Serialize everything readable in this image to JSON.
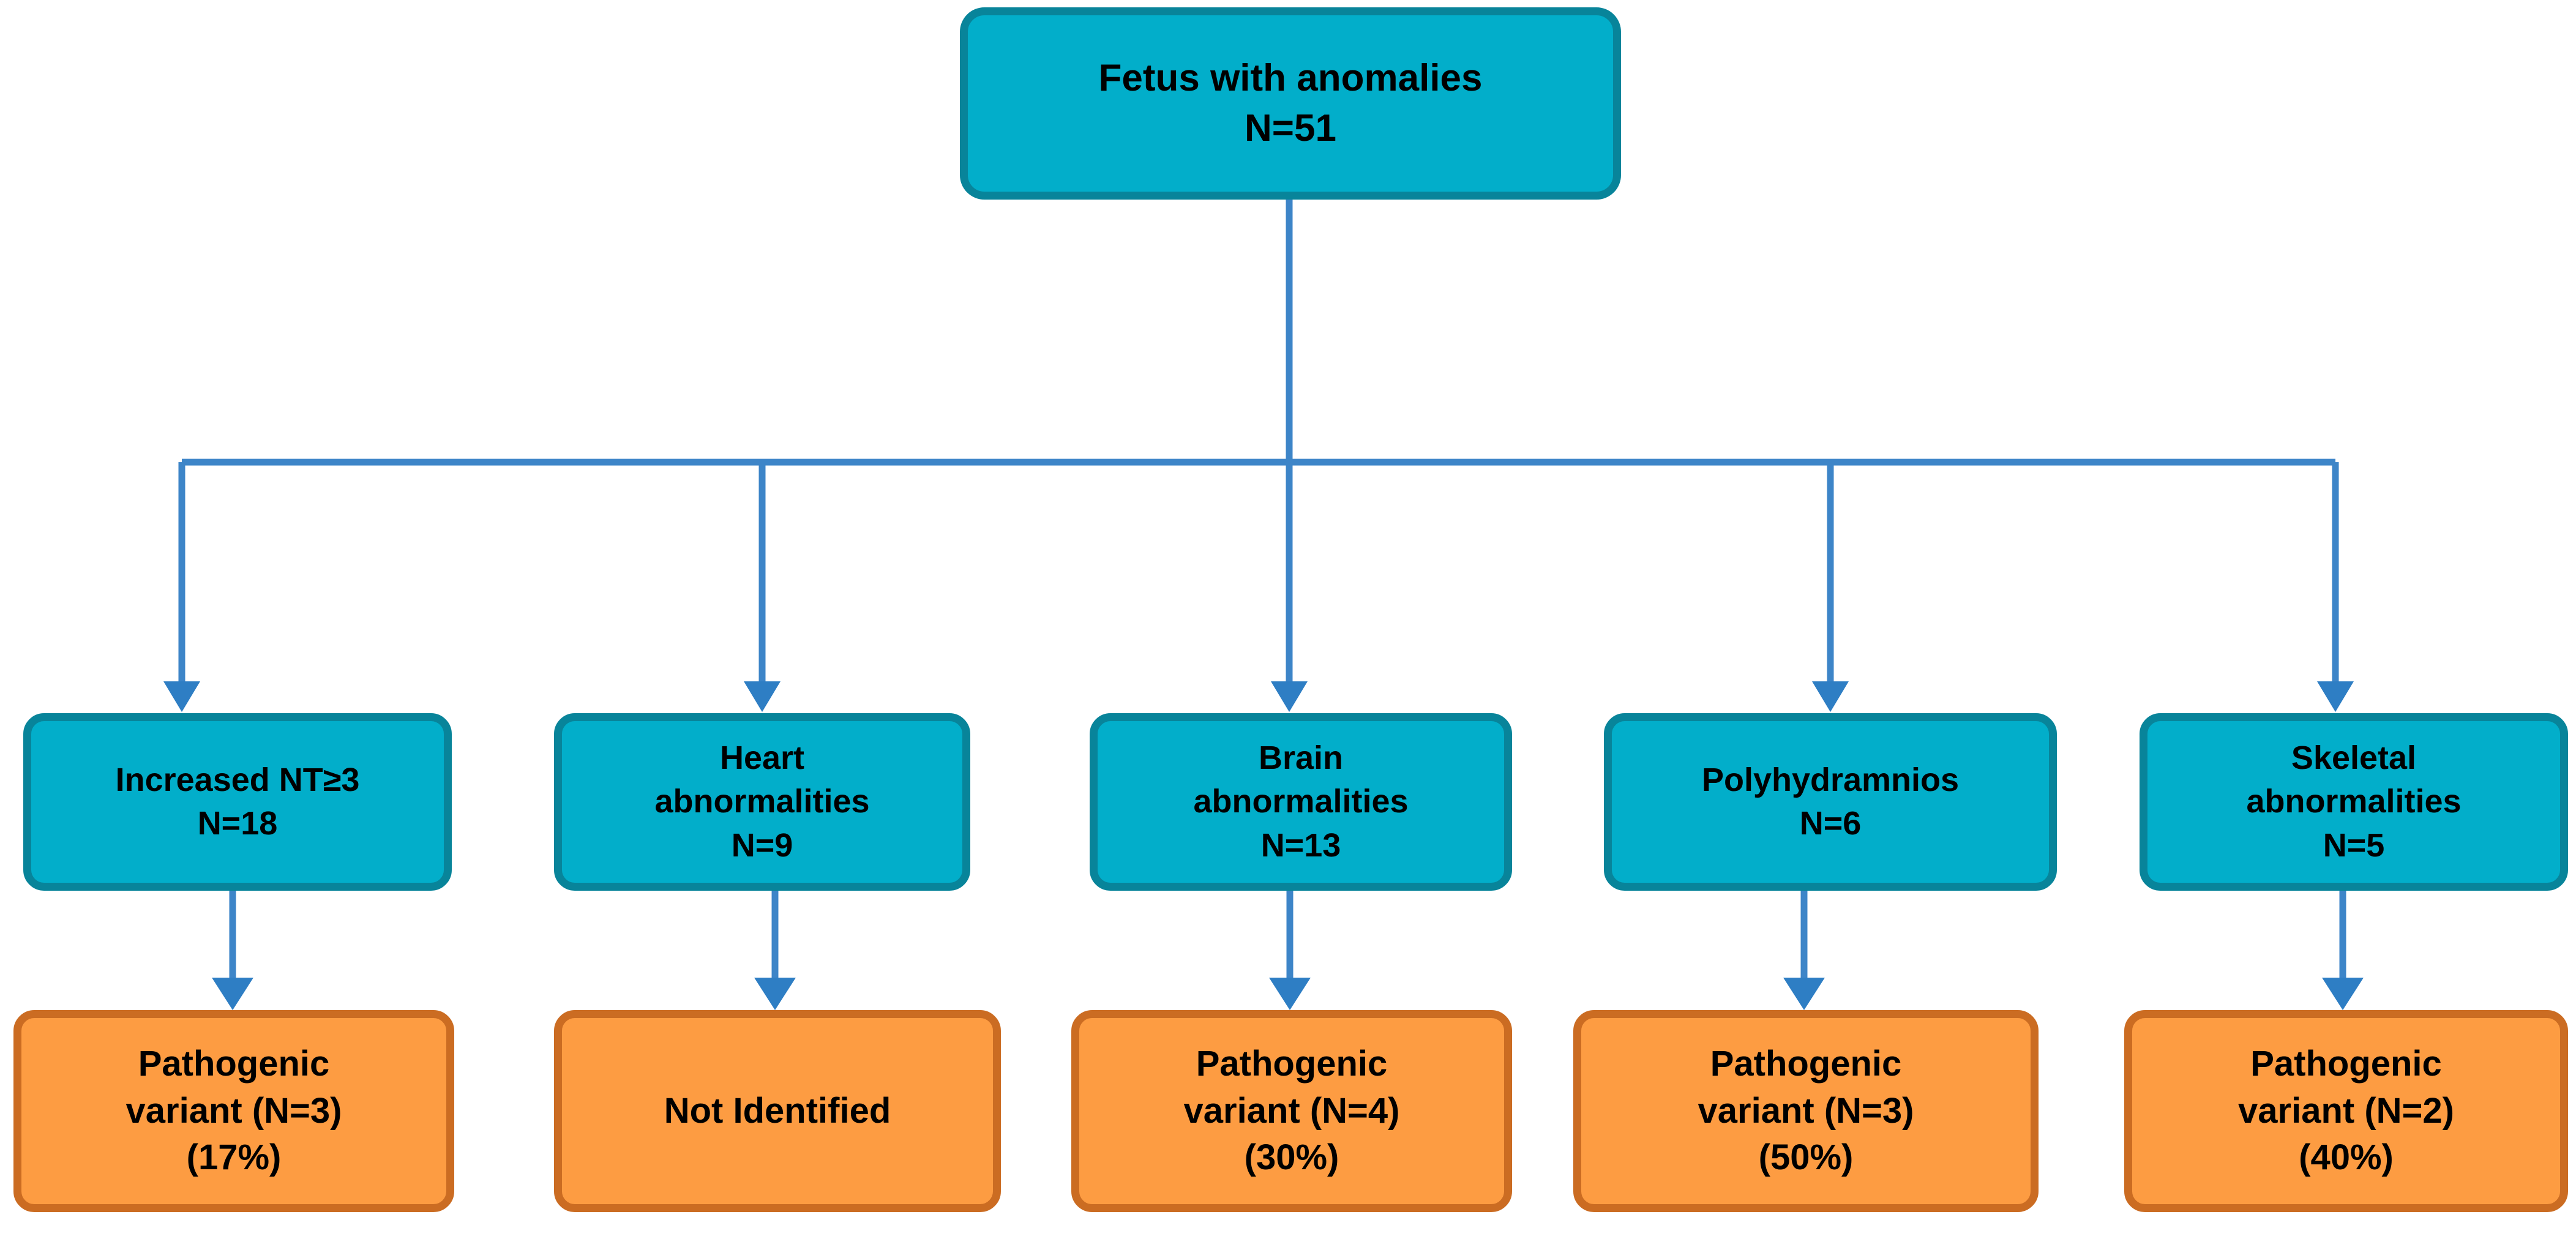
{
  "diagram": {
    "title": "Fetus with anomalies flowchart",
    "colors": {
      "teal_fill": "#02AECA",
      "teal_border": "#08849A",
      "orange_fill": "#FD9C42",
      "orange_border": "#CB6C22",
      "connector": "#3D85C8",
      "text": "#000000",
      "background": "#FFFFFF"
    },
    "root": {
      "label_line1": "Fetus with anomalies",
      "label_line2": "N=51",
      "count": 51
    },
    "categories": [
      {
        "id": "increased-nt",
        "line1": "Increased NT≥3",
        "line2": "",
        "line3": "N=18",
        "count": 18,
        "outcome": {
          "line1": "Pathogenic",
          "line2": "variant (N=3)",
          "line3": "(17%)",
          "variant_count": 3,
          "percent": "17%"
        }
      },
      {
        "id": "heart-abnormalities",
        "line1": "Heart",
        "line2": "abnormalities",
        "line3": "N=9",
        "count": 9,
        "outcome": {
          "line1": "Not Identified",
          "line2": "",
          "line3": "",
          "variant_count": 0,
          "percent": ""
        }
      },
      {
        "id": "brain-abnormalities",
        "line1": "Brain",
        "line2": "abnormalities",
        "line3": "N=13",
        "count": 13,
        "outcome": {
          "line1": "Pathogenic",
          "line2": "variant (N=4)",
          "line3": "(30%)",
          "variant_count": 4,
          "percent": "30%"
        }
      },
      {
        "id": "polyhydramnios",
        "line1": "Polyhydramnios",
        "line2": "",
        "line3": "N=6",
        "count": 6,
        "outcome": {
          "line1": "Pathogenic",
          "line2": "variant (N=3)",
          "line3": "(50%)",
          "variant_count": 3,
          "percent": "50%"
        }
      },
      {
        "id": "skeletal-abnormalities",
        "line1": "Skeletal",
        "line2": "abnormalities",
        "line3": "N=5",
        "count": 5,
        "outcome": {
          "line1": "Pathogenic",
          "line2": "variant (N=2)",
          "line3": "(40%)",
          "variant_count": 2,
          "percent": "40%"
        }
      }
    ]
  },
  "chart_data": {
    "type": "diagram",
    "title": "Fetus with anomalies N=51",
    "categories": [
      "Increased NT≥3",
      "Heart abnormalities",
      "Brain abnormalities",
      "Polyhydramnios",
      "Skeletal abnormalities"
    ],
    "values": [
      18,
      9,
      13,
      6,
      5
    ],
    "pathogenic_variants": [
      3,
      0,
      4,
      3,
      2
    ],
    "pathogenic_percent": [
      17,
      0,
      30,
      50,
      40
    ],
    "total": 51
  }
}
